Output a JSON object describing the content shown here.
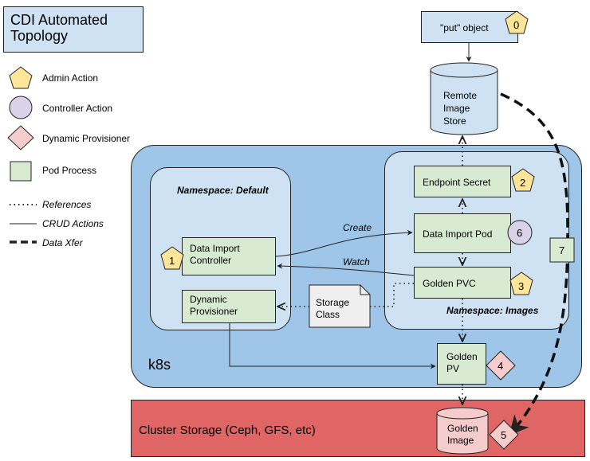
{
  "title": "CDI Automated Topology",
  "legend": {
    "admin": "Admin Action",
    "controller": "Controller Action",
    "provisioner": "Dynamic Provisioner",
    "pod": "Pod Process",
    "references": "References",
    "crud": "CRUD Actions",
    "xfer": "Data Xfer"
  },
  "nodes": {
    "put_object": "\"put\" object",
    "remote_store": "Remote\nImage\nStore",
    "endpoint_secret": "Endpoint Secret",
    "data_import_pod": "Data Import Pod",
    "golden_pvc": "Golden PVC",
    "data_import_controller": "Data Import\nController",
    "dynamic_provisioner": "Dynamic\nProvisioner",
    "storage_class": "Storage\nClass",
    "golden_pv": "Golden\nPV",
    "golden_image": "Golden\nImage"
  },
  "regions": {
    "k8s": "k8s",
    "ns_default": "Namespace: Default",
    "ns_images": "Namespace: Images",
    "cluster_storage": "Cluster Storage (Ceph, GFS, etc)"
  },
  "edges": {
    "create": "Create",
    "watch": "Watch"
  },
  "badges": [
    "0",
    "1",
    "2",
    "3",
    "4",
    "5",
    "6",
    "7"
  ],
  "colors": {
    "admin": "#ffe599",
    "controller": "#d9d2e9",
    "provisioner": "#f4cccc",
    "pod": "#d9ead3",
    "k8s": "#9fc5e8",
    "namespace": "#cfe2f3",
    "cluster": "#e06666",
    "title": "#cfe2f3"
  }
}
